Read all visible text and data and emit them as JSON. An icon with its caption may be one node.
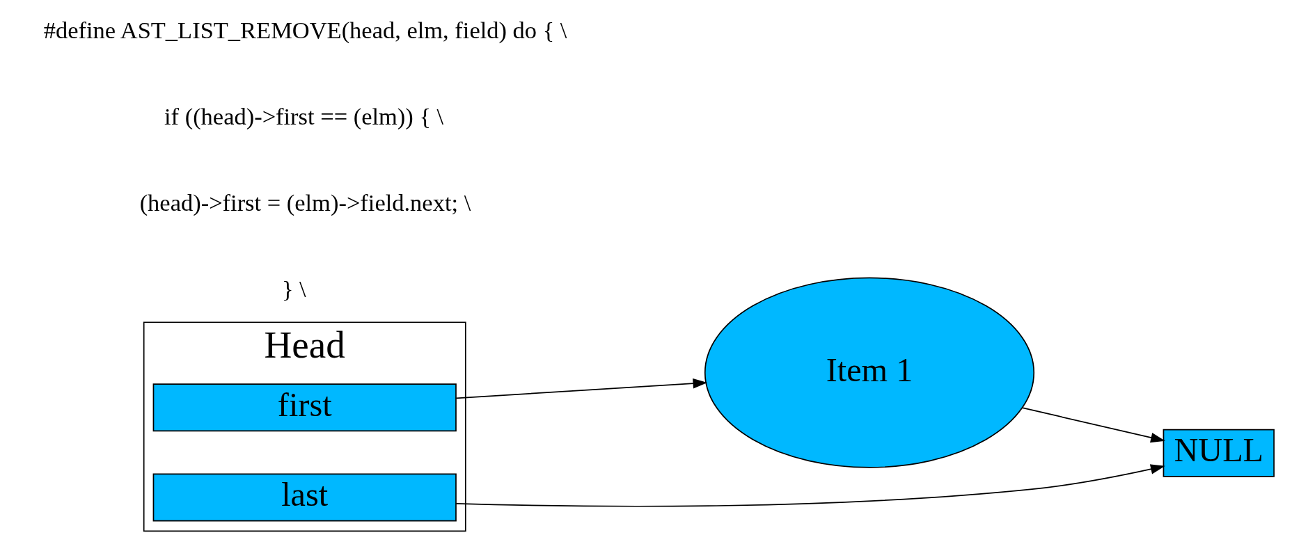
{
  "diagram": {
    "nodes": [
      {
        "text": [
          "Head"
        ]
      },
      {
        "text": [
          "first"
        ],
        "in": 0
      },
      {
        "text": [
          "last"
        ],
        "in": 0
      },
      {
        "text": [
          "Item 1"
        ]
      },
      {
        "text": [
          "NULL"
        ]
      }
    ],
    "edges": [
      {
        "from": 1,
        "to": 3,
        "arrow": "to"
      },
      {
        "from": 2,
        "to": 4,
        "arrow": "to"
      },
      {
        "from": 3,
        "to": 4,
        "arrow": "to"
      }
    ],
    "labels": [
      "#define AST_LIST_REMOVE(head, elm, field) do { \\",
      "if ((head)->first == (elm)) { \\",
      "(head)->first = (elm)->field.next; \\",
      "} \\"
    ]
  }
}
